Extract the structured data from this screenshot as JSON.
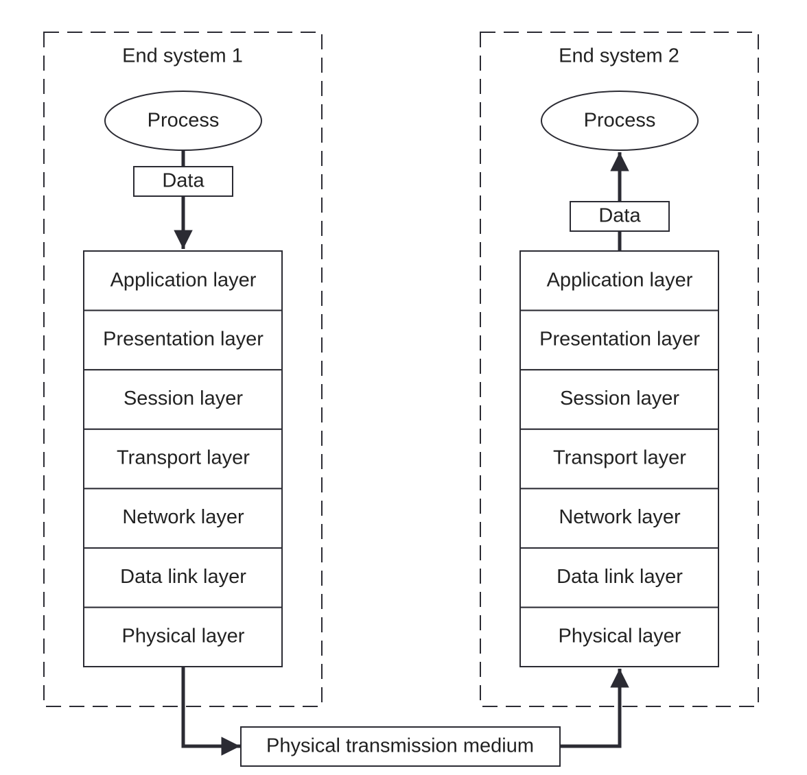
{
  "end_systems": [
    {
      "title": "End system 1",
      "process_label": "Process",
      "data_label": "Data",
      "layers": [
        "Application layer",
        "Presentation layer",
        "Session layer",
        "Transport layer",
        "Network layer",
        "Data link layer",
        "Physical layer"
      ]
    },
    {
      "title": "End system 2",
      "process_label": "Process",
      "data_label": "Data",
      "layers": [
        "Application layer",
        "Presentation layer",
        "Session layer",
        "Transport layer",
        "Network layer",
        "Data link layer",
        "Physical layer"
      ]
    }
  ],
  "medium_label": "Physical transmission medium",
  "colors": {
    "stroke": "#2b2b33",
    "text": "#222222",
    "background": "#ffffff"
  }
}
